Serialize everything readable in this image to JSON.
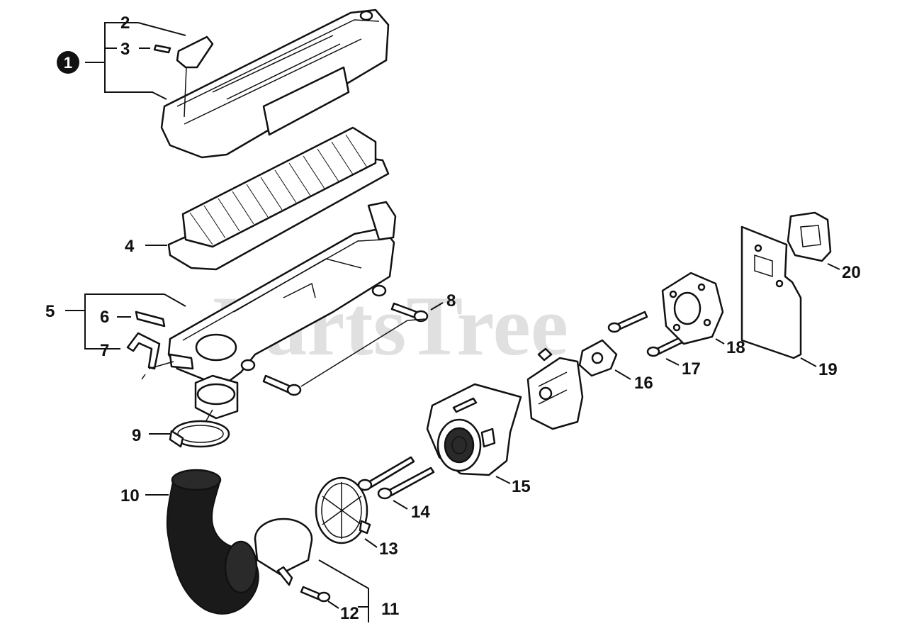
{
  "watermark": "PartsTree",
  "assembly_badge": "1",
  "callouts": {
    "c2": "2",
    "c3": "3",
    "c4": "4",
    "c5": "5",
    "c6": "6",
    "c7": "7",
    "c8": "8",
    "c9": "9",
    "c10": "10",
    "c11": "11",
    "c12": "12",
    "c13": "13",
    "c14": "14",
    "c15": "15",
    "c16": "16",
    "c17": "17",
    "c18": "18",
    "c19": "19",
    "c20": "20"
  }
}
